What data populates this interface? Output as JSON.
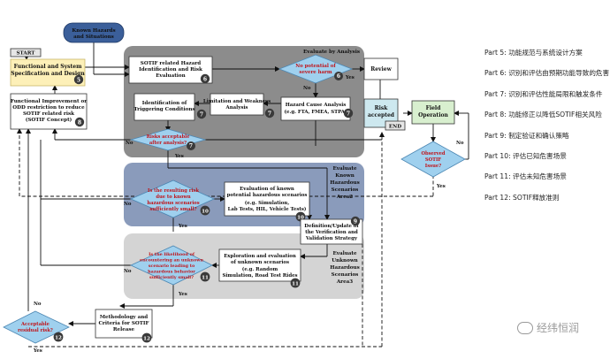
{
  "areas": {
    "analysis": "Evaluate by Analysis",
    "known": [
      "Evaluate",
      "Known",
      "Hazardous",
      "Scenarios",
      "Area2"
    ],
    "unknown": [
      "Evaluate",
      "Unknown",
      "Hazardous",
      "Scenarios",
      "Area3"
    ]
  },
  "nodes": {
    "start": "START",
    "known_hazards": [
      "Known Hazards",
      "and Situations"
    ],
    "spec": [
      "Functional and System",
      "Specification and Design"
    ],
    "spec_num": "5",
    "hazard_id": [
      "SOTIF related Hazard",
      "Identification and Risk",
      "Evaluation"
    ],
    "hazard_id_num": "6",
    "no_potential": [
      "No potential of",
      "severe harm"
    ],
    "no_potential_num": "6",
    "review": "Review",
    "risk_accepted": [
      "Risk",
      "accepted"
    ],
    "end": "END",
    "field": [
      "Field",
      "Operation"
    ],
    "functional_improvement": [
      "Functional Improvement or",
      "ODD restriction to reduce",
      "SOTIF related risk",
      "(SOTIF Concept)"
    ],
    "functional_improvement_num": "8",
    "triggering": [
      "Identification of",
      "Triggering Conditions"
    ],
    "triggering_num": "7",
    "limitation": [
      "Limitation and Weakness",
      "Analysis"
    ],
    "limitation_num": "7",
    "hazard_cause": [
      "Hazard Cause Analysis",
      "(e.g. FTA, FMEA, STPA)"
    ],
    "hazard_cause_num": "7",
    "risks_acceptable": [
      "Risks acceptable",
      "after analysis?"
    ],
    "risks_acceptable_num": "7",
    "observed": [
      "Observed",
      "SOTIF",
      "Issue?"
    ],
    "known_eval": [
      "Evaluation of known",
      "potential hazardous scenarios",
      "(e.g. Simulation,",
      "Lab Tests, HIL, Vehicle Tests)"
    ],
    "known_eval_num": "10",
    "known_decision": [
      "Is the resulting risk",
      "due to known",
      "hazardous scenarios",
      "sufficiently small?"
    ],
    "known_decision_num": "10",
    "definition": [
      "Definition/Update of",
      "the Verification and",
      "Validation Strategy"
    ],
    "definition_num": "9",
    "unknown_decision": [
      "Is the likelihood of",
      "encountering an unknown",
      "scenario leading to",
      "hazardous behavior",
      "sufficiently small?"
    ],
    "unknown_decision_num": "11",
    "unknown_eval": [
      "Exploration and evaluation",
      "of unknown scenarios",
      "(e.g. Random",
      "Simulation, Road Test Rides"
    ],
    "unknown_eval_num": "11",
    "methodology": [
      "Methodology and",
      "Criteria for SOTIF",
      "Release"
    ],
    "methodology_num": "12",
    "acceptable": [
      "Acceptable",
      "residual risk?"
    ],
    "acceptable_num": "12"
  },
  "labels": {
    "no": "No",
    "yes": "Yes"
  },
  "legend": [
    "Part 5:  功能规范与系统设计方案",
    "Part 6:  识别和评估由预期功能导致的危害",
    "Part 7:  识别和评估性能局限和触发条件",
    "Part 8:  功能修正以降低SOTIF相关风险",
    "Part 9:  制定验证和确认策略",
    "Part 10: 评估已知危害场景",
    "Part 11: 评估未知危害场景",
    "Part 12: SOTIF释放准则"
  ],
  "watermark": "经纬恒润",
  "colors": {
    "analysis_area": "#8c8c8c",
    "known_area": "#8a9bbb",
    "unknown_area": "#d4d4d4",
    "decision_fill": "#9fd0ee",
    "decision_text": "#c0141a",
    "spec_fill": "#fdf0b8",
    "risk_fill": "#cde8ef",
    "field_fill": "#d8efcf",
    "known_hazards_fill": "#3b5f9a",
    "badge": "#3a3a3a"
  }
}
